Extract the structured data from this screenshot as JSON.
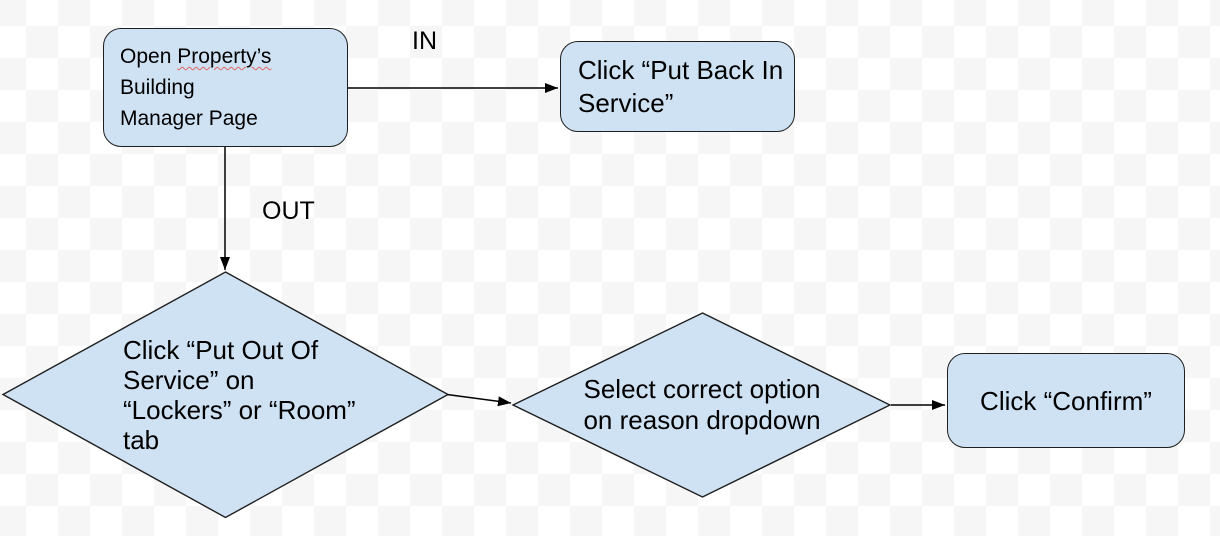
{
  "meta": {
    "type": "flowchart",
    "background": "transparency-checkerboard"
  },
  "colors": {
    "node_fill": "#cfe2f3",
    "node_border": "#1f1f1f",
    "arrow": "#000000",
    "text": "#000000",
    "checker_light": "#ffffff",
    "checker_gray": "#f6f6f6",
    "spellcheck_underline": "#e06666"
  },
  "nodes": {
    "start": {
      "line1_prefix": "Open ",
      "line1_word": "Property’s",
      "line2": "Building",
      "line3": "Manager Page"
    },
    "put_back_in_service": {
      "text": "Click “Put Back In\nService”"
    },
    "put_out_of_service": {
      "text": "Click “Put Out Of\nService” on\n“Lockers” or “Room”\ntab"
    },
    "reason_dropdown": {
      "text": "Select correct option\non reason dropdown"
    },
    "confirm": {
      "text": "Click “Confirm”"
    }
  },
  "edges": {
    "in_label": "IN",
    "out_label": "OUT"
  }
}
